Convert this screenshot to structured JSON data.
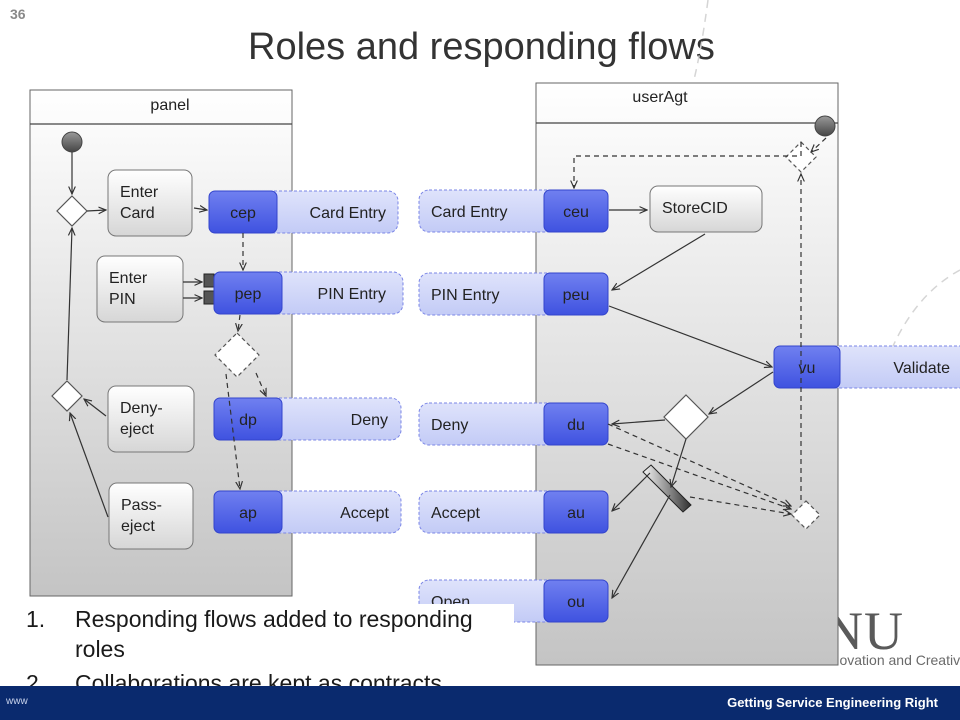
{
  "slide_number": "36",
  "title": "Roles and responding flows",
  "panel": {
    "label": "panel",
    "actions": [
      "Enter Card",
      "Enter PIN",
      "Deny-eject",
      "Pass-eject"
    ],
    "ports": [
      {
        "id": "cep",
        "flow": "Card Entry"
      },
      {
        "id": "pep",
        "flow": "PIN Entry"
      },
      {
        "id": "dp",
        "flow": "Deny"
      },
      {
        "id": "ap",
        "flow": "Accept"
      }
    ]
  },
  "userAgt": {
    "label": "userAgt",
    "action": "StoreCID",
    "ports": [
      {
        "id": "ceu",
        "flow": "Card Entry"
      },
      {
        "id": "peu",
        "flow": "PIN Entry"
      },
      {
        "id": "du",
        "flow": "Deny"
      },
      {
        "id": "au",
        "flow": "Accept"
      },
      {
        "id": "ou",
        "flow": "Open"
      }
    ]
  },
  "external_port": {
    "id": "vu",
    "flow": "Validate"
  },
  "notes": [
    {
      "num": "1.",
      "text": "Responding flows added to responding roles"
    },
    {
      "num": "2.",
      "text": "Collaborations are kept as contracts"
    }
  ],
  "footer": {
    "left": "www",
    "right": "Getting Service Engineering Right"
  },
  "logo": {
    "mark": "NU",
    "tagline": "Innovation and Creativity"
  },
  "colors": {
    "flow_fill": "#c9cff7",
    "flow_border": "#7a85e6",
    "port_fill": "#5566e6",
    "footer": "#0a2a6e"
  }
}
